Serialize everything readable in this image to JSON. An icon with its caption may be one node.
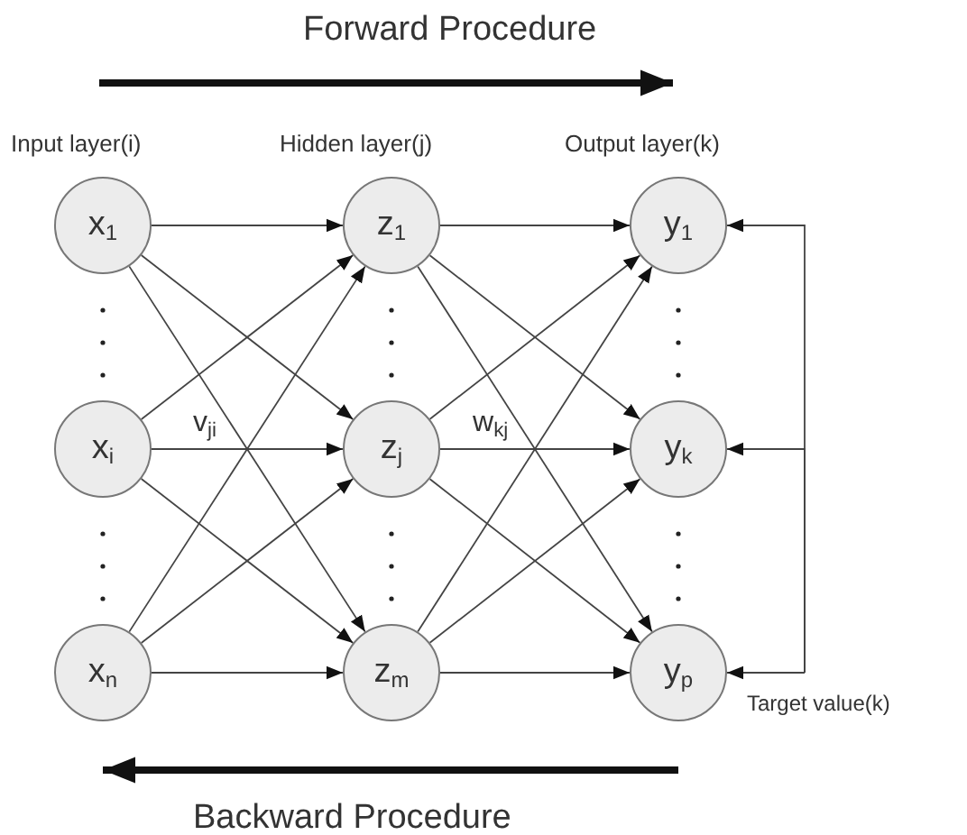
{
  "diagram": {
    "nodes": [
      {
        "text": [
          "x$_{1}$"
        ]
      },
      {
        "text": [
          "x$_{i}$"
        ]
      },
      {
        "text": [
          "x$_{n}$"
        ]
      },
      {
        "text": [
          "z$_{1}$"
        ]
      },
      {
        "text": [
          "z$_{j}$"
        ]
      },
      {
        "text": [
          "z$_{m}$"
        ]
      },
      {
        "text": [
          "y$_{1}$"
        ]
      },
      {
        "text": [
          "y$_{k}$"
        ]
      },
      {
        "text": [
          "y$_{p}$"
        ]
      }
    ],
    "edges": [
      {
        "from": 0,
        "to": 3,
        "arrow": "to"
      },
      {
        "from": 0,
        "to": 4,
        "arrow": "to"
      },
      {
        "from": 0,
        "to": 5,
        "arrow": "to"
      },
      {
        "from": 1,
        "to": 3,
        "arrow": "to"
      },
      {
        "from": 1,
        "to": 4,
        "arrow": "to"
      },
      {
        "from": 1,
        "to": 5,
        "arrow": "to"
      },
      {
        "from": 2,
        "to": 3,
        "arrow": "to"
      },
      {
        "from": 2,
        "to": 4,
        "arrow": "to"
      },
      {
        "from": 2,
        "to": 5,
        "arrow": "to"
      },
      {
        "from": 3,
        "to": 6,
        "arrow": "to"
      },
      {
        "from": 3,
        "to": 7,
        "arrow": "to"
      },
      {
        "from": 3,
        "to": 8,
        "arrow": "to"
      },
      {
        "from": 4,
        "to": 6,
        "arrow": "to"
      },
      {
        "from": 4,
        "to": 7,
        "arrow": "to"
      },
      {
        "from": 4,
        "to": 8,
        "arrow": "to"
      },
      {
        "from": 5,
        "to": 6,
        "arrow": "to"
      },
      {
        "from": 5,
        "to": 7,
        "arrow": "to"
      },
      {
        "from": 5,
        "to": 8,
        "arrow": "to"
      },
      {
        "from": null,
        "to": 6,
        "arrow": "to"
      },
      {
        "from": null,
        "to": 7,
        "arrow": "to"
      },
      {
        "from": null,
        "to": 8,
        "arrow": "to"
      }
    ],
    "labels": [
      "Forward Procedure",
      "Input layer(i)",
      "Hidden layer(j)",
      "Output layer(k)",
      "v$_{ji}$",
      "w$_{kj}$",
      "Target value(k)",
      "Backward Procedure"
    ]
  }
}
